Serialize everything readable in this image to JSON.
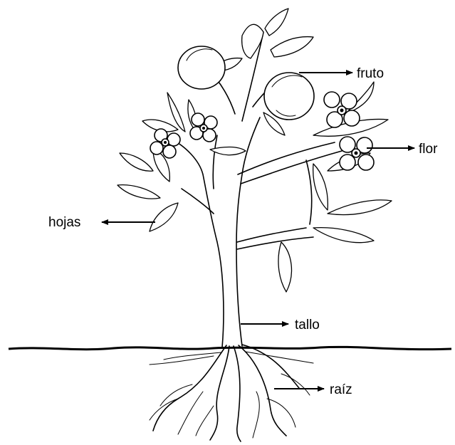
{
  "labels": {
    "fruit": "fruto",
    "flower": "flor",
    "leaves": "hojas",
    "stem": "tallo",
    "root": "raíz"
  },
  "colors": {
    "ink": "#000000",
    "paper": "#ffffff"
  }
}
